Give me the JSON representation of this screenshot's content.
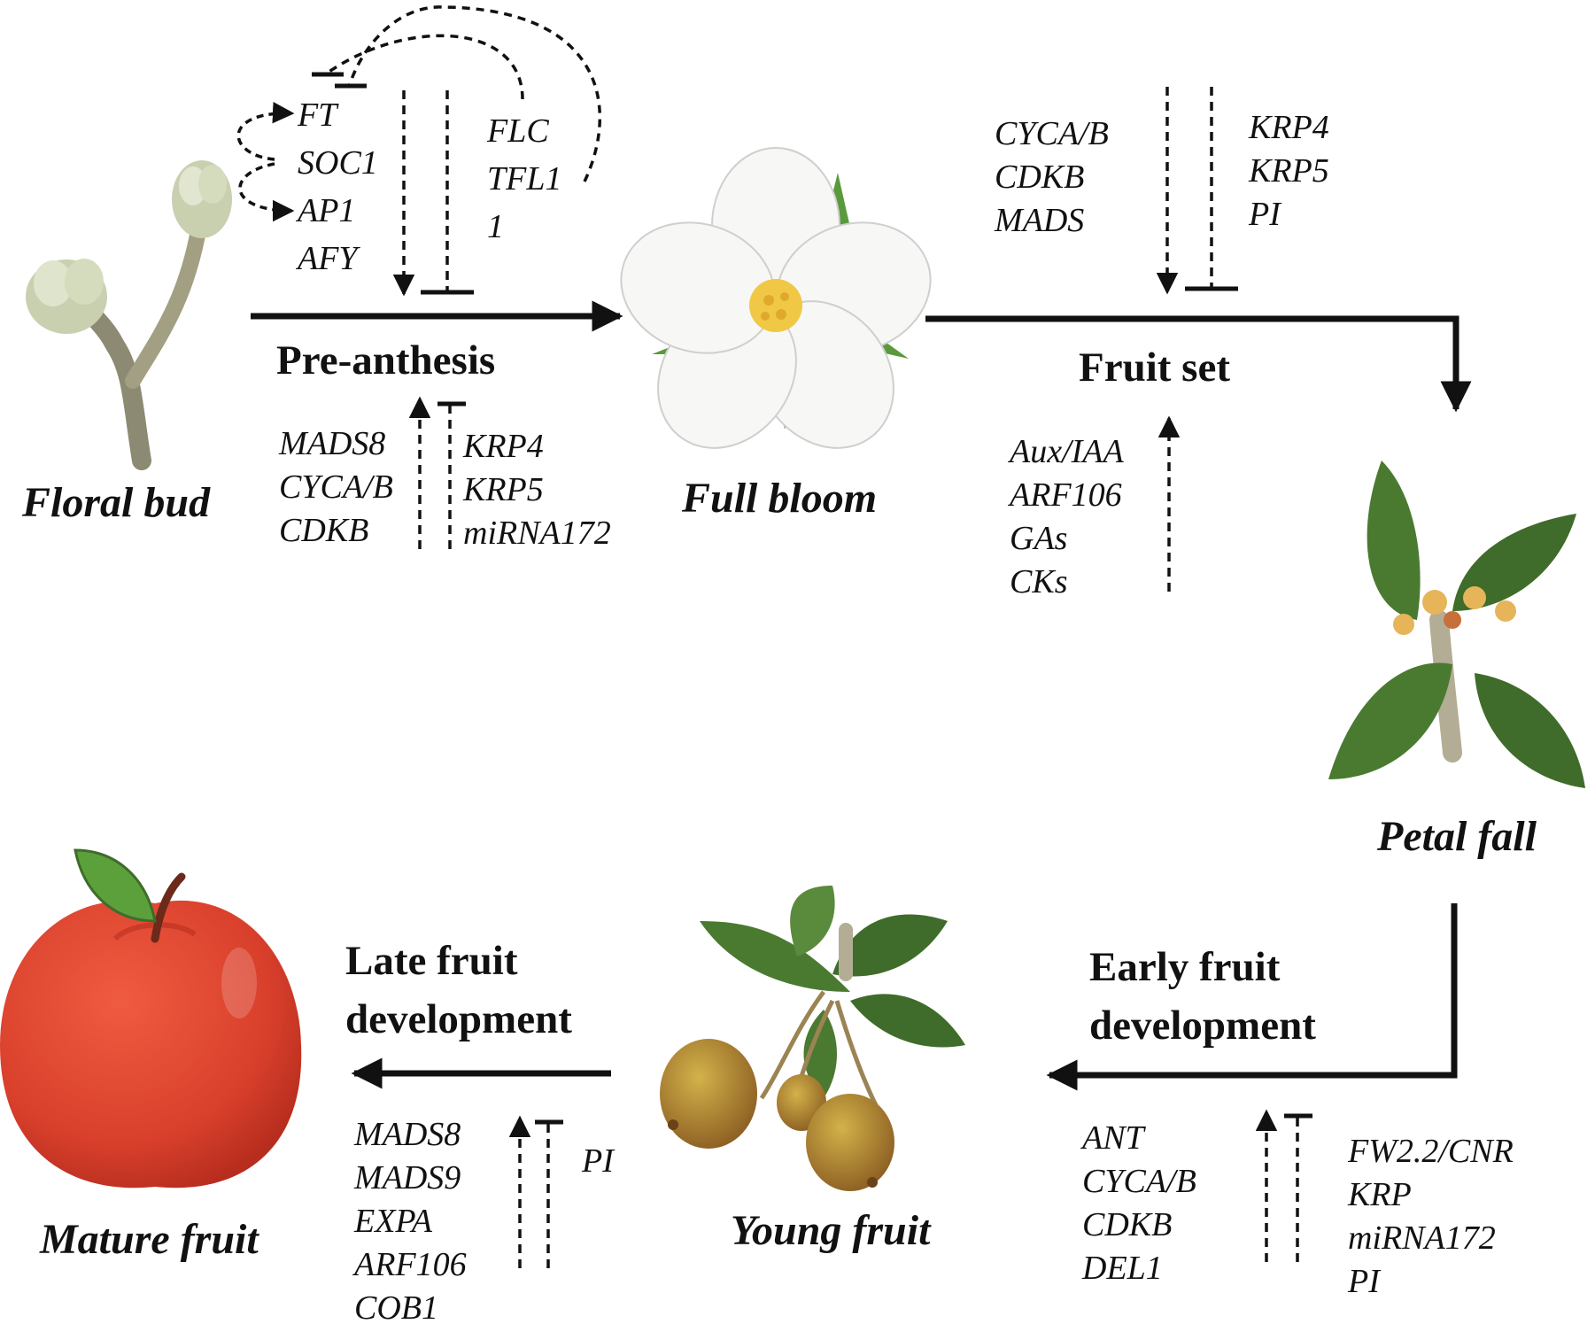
{
  "stages": {
    "floral_bud": "Floral bud",
    "full_bloom": "Full bloom",
    "petal_fall": "Petal fall",
    "young_fruit": "Young fruit",
    "mature_fruit": "Mature fruit"
  },
  "processes": {
    "pre_anthesis": "Pre-anthesis",
    "fruit_set": "Fruit set",
    "early_fruit_dev_line1": "Early fruit",
    "early_fruit_dev_line2": "development",
    "late_fruit_dev_line1": "Late fruit",
    "late_fruit_dev_line2": "development"
  },
  "pre_anthesis": {
    "top_promoters": [
      "FT",
      "SOC1",
      "AP1",
      "AFY"
    ],
    "top_repressors": [
      "FLC",
      "TFL1",
      "1"
    ],
    "bottom_promoters": [
      "MADS8",
      "CYCA/B",
      "CDKB"
    ],
    "bottom_repressors": [
      "KRP4",
      "KRP5",
      "miRNA172"
    ]
  },
  "fruit_set": {
    "top_promoters": [
      "CYCA/B",
      "CDKB",
      "MADS"
    ],
    "top_repressors": [
      "KRP4",
      "KRP5",
      "PI"
    ],
    "bottom_promoters": [
      "Aux/IAA",
      "ARF106",
      "GAs",
      "CKs"
    ]
  },
  "early_fruit_development": {
    "promoters": [
      "ANT",
      "CYCA/B",
      "CDKB",
      "DEL1"
    ],
    "repressors": [
      "FW2.2/CNR",
      "KRP",
      "miRNA172",
      "PI"
    ]
  },
  "late_fruit_development": {
    "promoters": [
      "MADS8",
      "MADS9",
      "EXPA",
      "ARF106",
      "COB1"
    ],
    "repressors": [
      "PI"
    ]
  },
  "colors": {
    "ink": "#111111",
    "apple_red": "#d9402c",
    "leaf_green": "#4f7a34",
    "petal_white": "#f7f7f5",
    "stamen_yellow": "#f0c845",
    "young_fruit_brown": "#a0782e"
  }
}
